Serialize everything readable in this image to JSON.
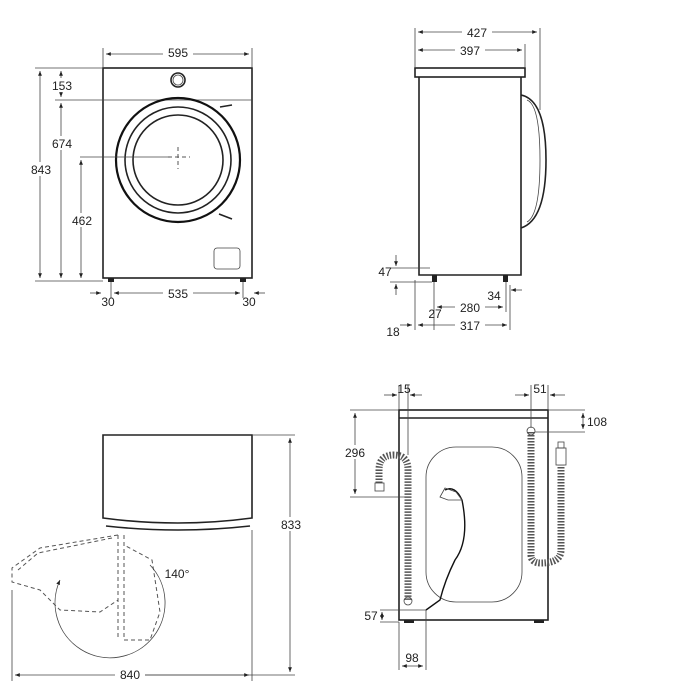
{
  "front_view": {
    "width": "595",
    "total_height": "843",
    "top_panel_height": "153",
    "door_top_height": "674",
    "door_center_height": "462",
    "foot_offset_left": "30",
    "foot_spacing": "535",
    "foot_offset_right": "30"
  },
  "side_view": {
    "depth_with_door": "427",
    "depth_body": "397",
    "foot_height": "47",
    "foot_spacing": "280",
    "rear_foot_offset": "34",
    "front_foot_offset": "27",
    "overall_base_depth": "317",
    "front_inset": "18"
  },
  "door_open_view": {
    "height": "833",
    "opening_angle": "140°",
    "total_depth_door_open": "840"
  },
  "rear_view": {
    "drain_hose_offset": "15",
    "inlet_offset": "51",
    "inlet_height_from_top": "108",
    "drain_hose_height": "296",
    "power_cord_height": "57",
    "power_cord_offset": "98"
  }
}
